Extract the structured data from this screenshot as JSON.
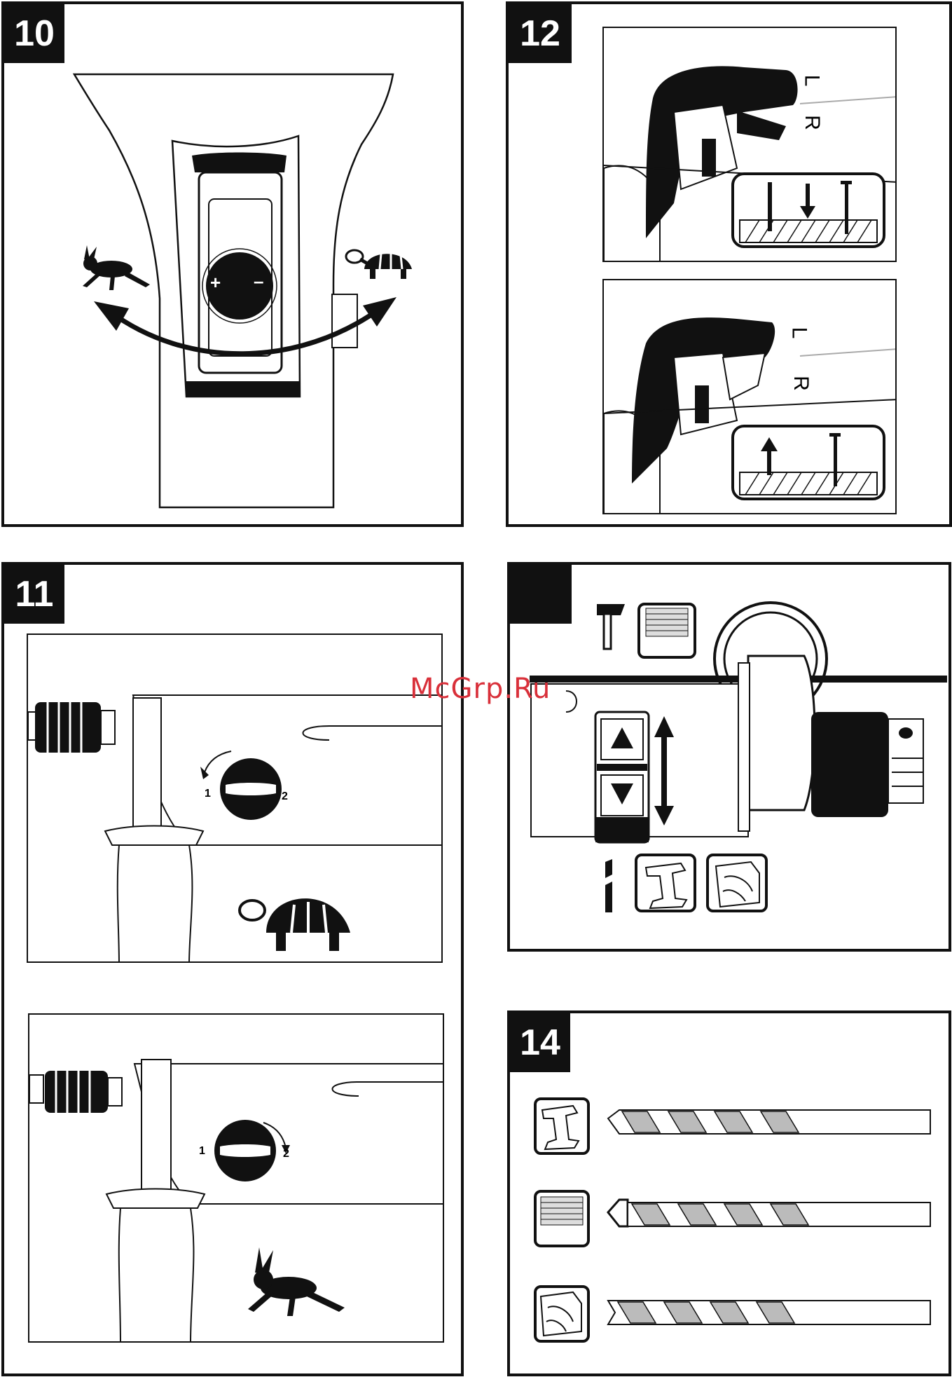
{
  "panels": {
    "p10": {
      "number": "10",
      "plus": "+",
      "minus": "–"
    },
    "p11": {
      "number": "11",
      "pos1": "1",
      "pos2": "2"
    },
    "p12": {
      "number": "12",
      "l_label": "L",
      "r_label": "R"
    },
    "p13": {
      "number": ""
    },
    "p14": {
      "number": "14"
    }
  },
  "watermark": "McGrp.Ru",
  "icons": [
    "rabbit-icon",
    "turtle-icon",
    "hammer-icon",
    "brick-icon",
    "metal-beam-icon",
    "wood-icon",
    "drill-bit-icon",
    "arrow-up-icon",
    "arrow-down-icon"
  ],
  "colors": {
    "ink": "#111111",
    "paper": "#ffffff",
    "watermark": "#d9303a",
    "hatch_gray": "#bbbbbb"
  }
}
